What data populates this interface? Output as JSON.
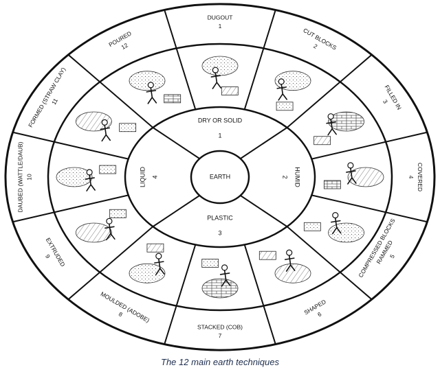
{
  "center": "EARTH",
  "states": [
    {
      "label": "DRY OR SOLID",
      "num": "1"
    },
    {
      "label": "HUMID",
      "num": "2"
    },
    {
      "label": "PLASTIC",
      "num": "3"
    },
    {
      "label": "LIQUID",
      "num": "4"
    }
  ],
  "techniques": [
    {
      "num": "1",
      "lines": [
        "DUGOUT"
      ]
    },
    {
      "num": "2",
      "lines": [
        "CUT BLOCKS"
      ]
    },
    {
      "num": "3",
      "lines": [
        "FILLED IN"
      ]
    },
    {
      "num": "4",
      "lines": [
        "COVERED"
      ]
    },
    {
      "num": "5",
      "lines": [
        "COMPRESSED BLOCKS",
        "RAMMED"
      ]
    },
    {
      "num": "6",
      "lines": [
        "SHAPED"
      ]
    },
    {
      "num": "7",
      "lines": [
        "STACKED (COB)"
      ]
    },
    {
      "num": "8",
      "lines": [
        "MOULDED (ADOBE)"
      ]
    },
    {
      "num": "9",
      "lines": [
        "EXTRUDED"
      ]
    },
    {
      "num": "10",
      "lines": [
        "DAUBED (WATTLE/DAUB)"
      ]
    },
    {
      "num": "11",
      "lines": [
        "FORMED (STRAW CLAY)"
      ]
    },
    {
      "num": "12",
      "lines": [
        "POURED"
      ]
    }
  ],
  "caption": "The 12 main earth techniques"
}
